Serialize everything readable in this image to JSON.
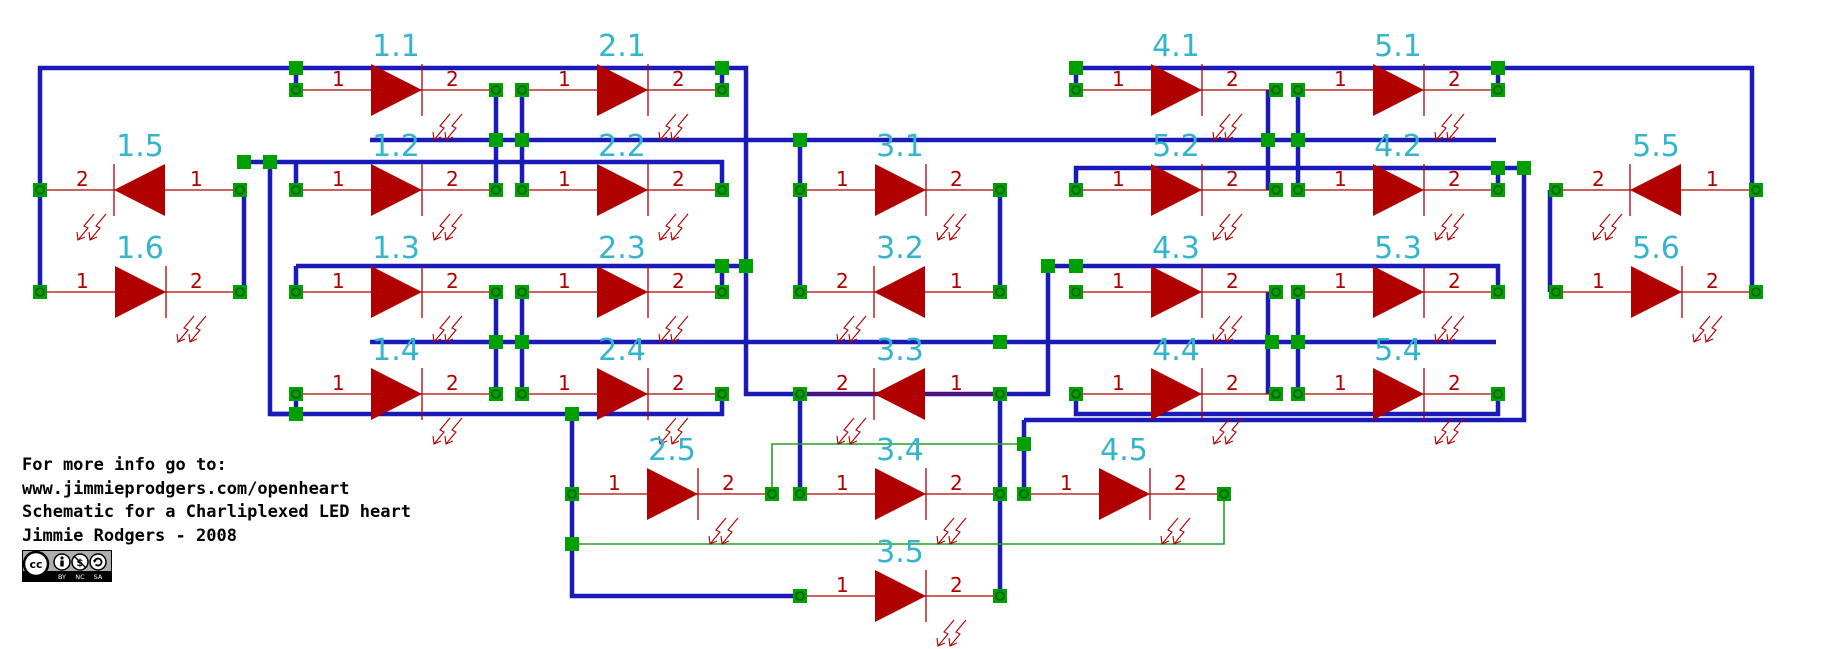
{
  "colors": {
    "wire": "#1a1ab8",
    "led": "#b00000",
    "led_name": "#33b5cc",
    "pad": "#00a000",
    "pad_ring": "#2b8a2b",
    "thin_wire": "#22a022"
  },
  "credits": {
    "line1": "For more info go to:",
    "line2": "www.jimmieprodgers.com/openheart",
    "line3": "Schematic for a Charliplexed LED heart",
    "line4": "Jimmie Rodgers - 2008"
  },
  "badge": {
    "by": "BY",
    "nc": "NC",
    "sa": "SA"
  },
  "pin_labels": {
    "anode": "1",
    "cathode": "2"
  },
  "leds": [
    {
      "name": "1.1",
      "dir": "R"
    },
    {
      "name": "2.1",
      "dir": "R"
    },
    {
      "name": "1.5",
      "dir": "L"
    },
    {
      "name": "1.2",
      "dir": "R"
    },
    {
      "name": "2.2",
      "dir": "R"
    },
    {
      "name": "1.6",
      "dir": "R"
    },
    {
      "name": "1.3",
      "dir": "R"
    },
    {
      "name": "2.3",
      "dir": "R"
    },
    {
      "name": "1.4",
      "dir": "R"
    },
    {
      "name": "2.4",
      "dir": "R"
    },
    {
      "name": "3.1",
      "dir": "R"
    },
    {
      "name": "3.2",
      "dir": "L"
    },
    {
      "name": "3.3",
      "dir": "L"
    },
    {
      "name": "2.5",
      "dir": "R"
    },
    {
      "name": "3.4",
      "dir": "R"
    },
    {
      "name": "4.5",
      "dir": "R"
    },
    {
      "name": "3.5",
      "dir": "R"
    },
    {
      "name": "4.1",
      "dir": "R"
    },
    {
      "name": "5.1",
      "dir": "R"
    },
    {
      "name": "5.2",
      "dir": "R"
    },
    {
      "name": "4.2",
      "dir": "R"
    },
    {
      "name": "5.5",
      "dir": "L"
    },
    {
      "name": "4.3",
      "dir": "R"
    },
    {
      "name": "5.3",
      "dir": "R"
    },
    {
      "name": "5.6",
      "dir": "R"
    },
    {
      "name": "4.4",
      "dir": "R"
    },
    {
      "name": "5.4",
      "dir": "R"
    }
  ]
}
